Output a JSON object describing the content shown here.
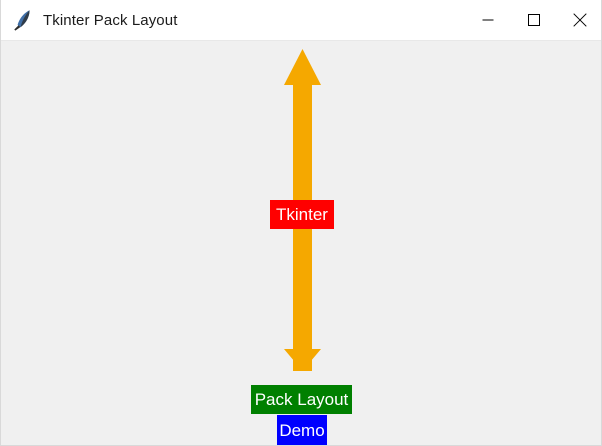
{
  "window": {
    "title": "Tkinter Pack Layout",
    "icon": "feather-quill-icon",
    "background_color": "#f0f0f0",
    "titlebar_color": "#ffffff",
    "controls": [
      {
        "name": "minimize",
        "glyph": "—"
      },
      {
        "name": "maximize",
        "glyph": "□"
      },
      {
        "name": "close",
        "glyph": "✕"
      }
    ]
  },
  "canvas": {
    "arrow": {
      "name": "vertical-double-arrow",
      "color": "#f5a800",
      "orientation": "vertical",
      "double_headed": true
    },
    "labels": [
      {
        "name": "tkinter",
        "text": "Tkinter",
        "background_color": "#ff0000",
        "text_color": "#ffffff"
      },
      {
        "name": "pack-layout",
        "text": "Pack Layout",
        "background_color": "#008000",
        "text_color": "#ffffff"
      },
      {
        "name": "demo",
        "text": "Demo",
        "background_color": "#0000ff",
        "text_color": "#ffffff"
      }
    ]
  }
}
